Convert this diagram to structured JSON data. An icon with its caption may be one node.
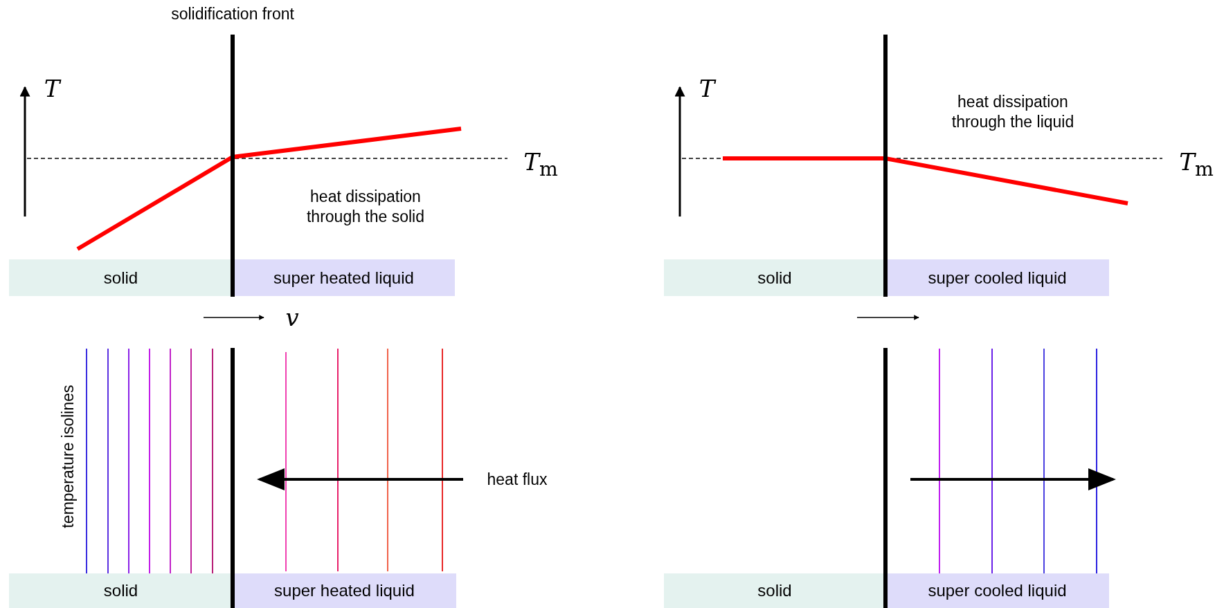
{
  "diagram": {
    "nodes": [
      {
        "text": [
          "solid"
        ]
      },
      {
        "text": [
          "super heated liquid"
        ]
      },
      {
        "text": [
          "solid"
        ]
      },
      {
        "text": [
          "super cooled liquid"
        ]
      },
      {
        "text": [
          "solid"
        ]
      },
      {
        "text": [
          "super heated liquid"
        ]
      },
      {
        "text": [
          "solid"
        ]
      },
      {
        "text": [
          "super cooled liquid"
        ]
      }
    ],
    "labels": [
      "solidification front",
      "T",
      "T$_{m}$",
      "heat dissipation through the solid",
      "v",
      "temperature isolines",
      "heat flux",
      "T",
      "heat dissipation through the liquid",
      "T$_{m}$"
    ]
  }
}
